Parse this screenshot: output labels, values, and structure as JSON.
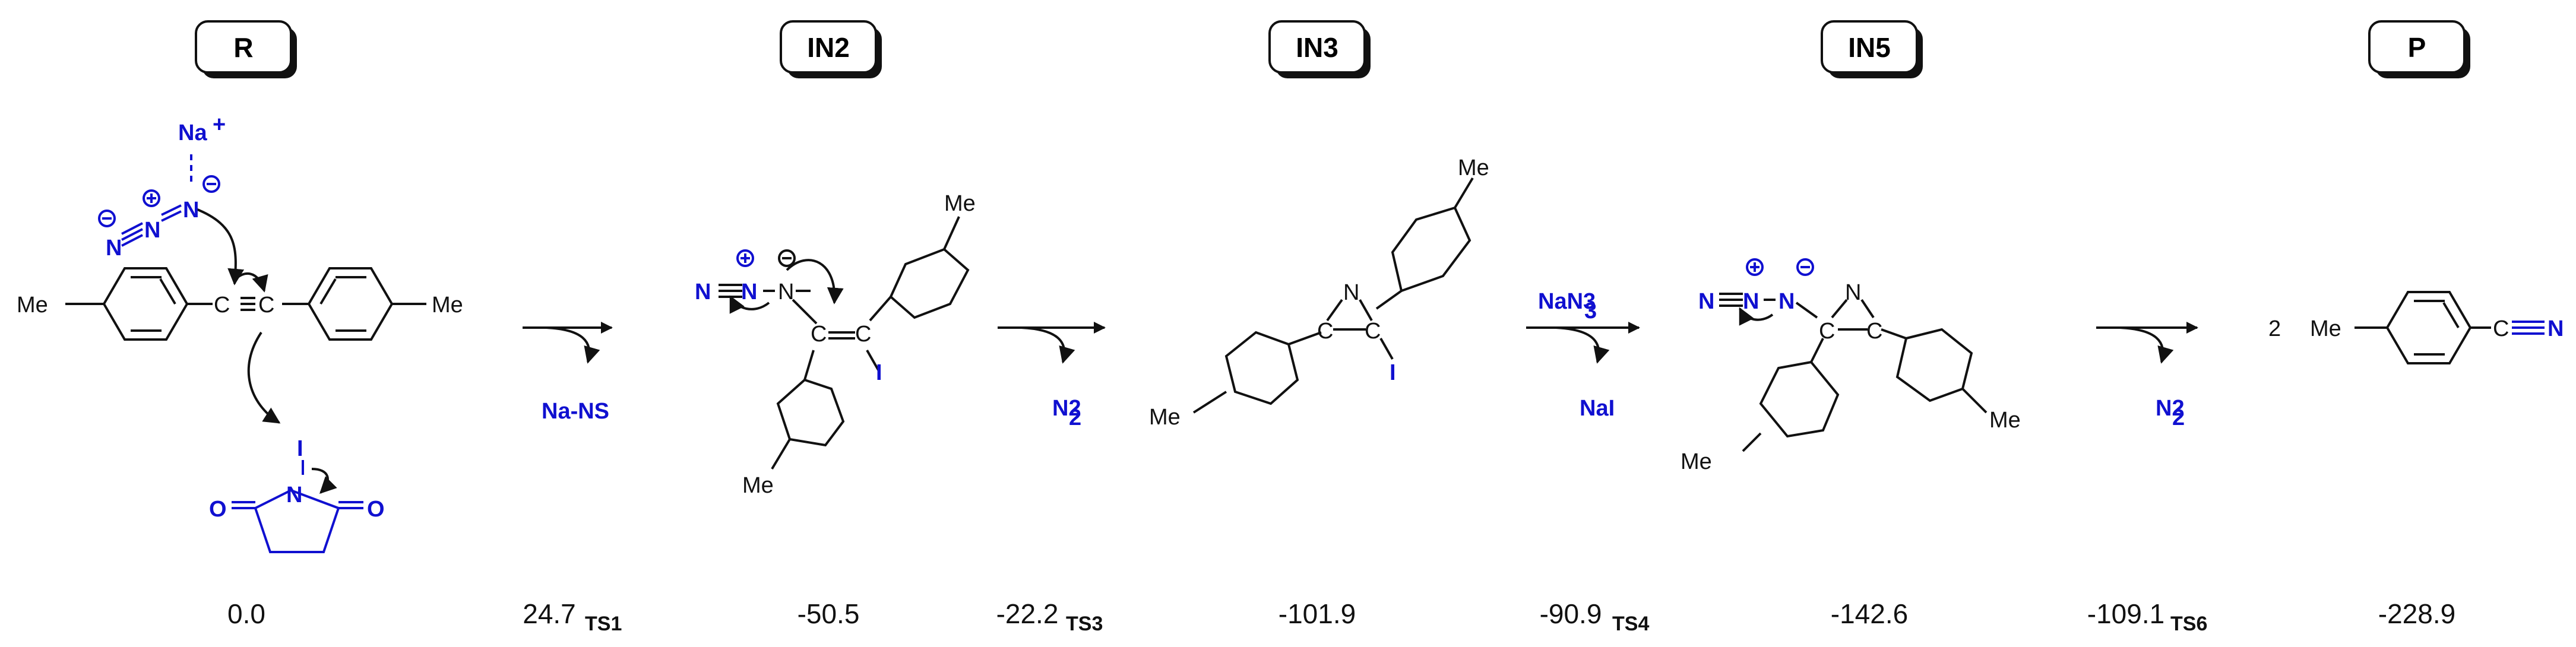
{
  "stages": [
    {
      "id": "R",
      "label": "R"
    },
    {
      "id": "IN2",
      "label": "IN2"
    },
    {
      "id": "IN3",
      "label": "IN3"
    },
    {
      "id": "IN5",
      "label": "IN5"
    },
    {
      "id": "P",
      "label": "P"
    }
  ],
  "arrows": [
    {
      "byproduct": "Na-NS",
      "reagent": ""
    },
    {
      "byproduct": "N2",
      "reagent": ""
    },
    {
      "byproduct": "NaI",
      "reagent": "NaN3"
    },
    {
      "byproduct": "N2",
      "reagent": ""
    }
  ],
  "energies": [
    {
      "value": "0.0",
      "sub": ""
    },
    {
      "value": "24.7",
      "sub": "TS1"
    },
    {
      "value": "-50.5",
      "sub": ""
    },
    {
      "value": "-22.2",
      "sub": "TS3"
    },
    {
      "value": "-101.9",
      "sub": ""
    },
    {
      "value": "-90.9",
      "sub": "TS4"
    },
    {
      "value": "-142.6",
      "sub": ""
    },
    {
      "value": "-109.1",
      "sub": "TS6"
    },
    {
      "value": "-228.9",
      "sub": ""
    }
  ],
  "atoms": {
    "me": "Me",
    "na_plus": "Na",
    "plus_sup": "+",
    "n": "N",
    "c": "C",
    "i": "I",
    "o": "O",
    "two": "2",
    "n2_n": "N",
    "n2_sub": "2",
    "nan3_na": "NaN",
    "nan3_sub": "3"
  },
  "colors": {
    "reagent_blue": "#1010d0",
    "black": "#111111"
  }
}
